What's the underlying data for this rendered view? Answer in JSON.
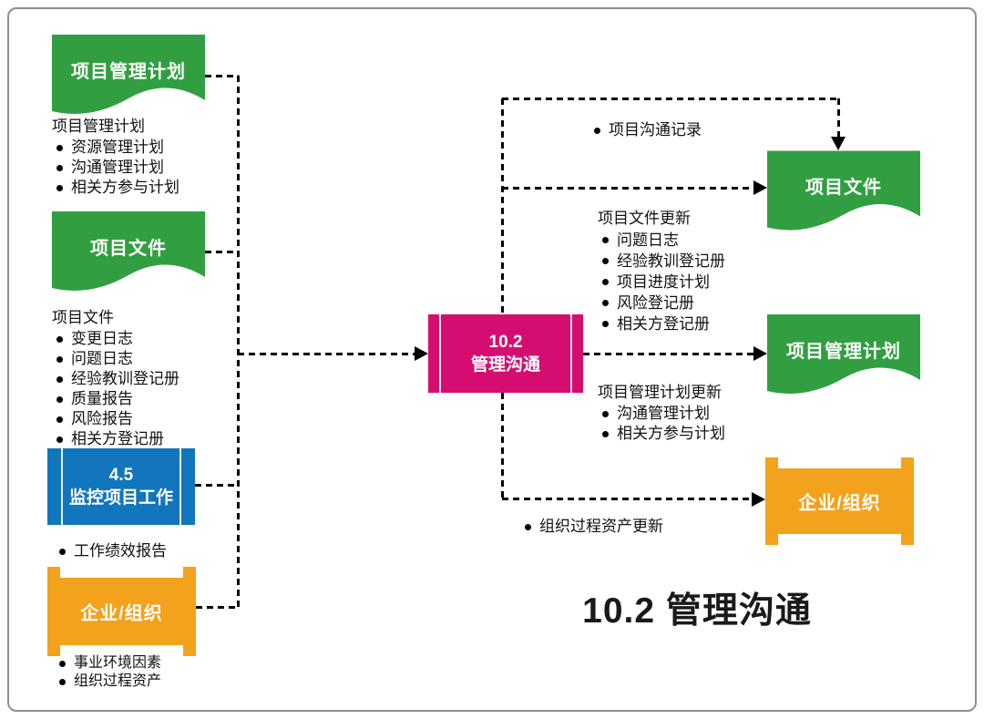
{
  "title": "10.2 管理沟通",
  "colors": {
    "green": "#319F41",
    "pink": "#D60D70",
    "blue": "#1176BC",
    "orange": "#F2A21C",
    "line": "#000000"
  },
  "process": {
    "code": "10.2",
    "name": "管理沟通"
  },
  "inputs": {
    "pmp": {
      "flag_label": "项目管理计划",
      "list_title": "项目管理计划",
      "items": [
        "资源管理计划",
        "沟通管理计划",
        "相关方参与计划"
      ]
    },
    "docs": {
      "flag_label": "项目文件",
      "list_title": "项目文件",
      "items": [
        "变更日志",
        "问题日志",
        "经验教训登记册",
        "质量报告",
        "风险报告",
        "相关方登记册"
      ]
    },
    "monitor": {
      "code": "4.5",
      "name": "监控项目工作",
      "items": [
        "工作绩效报告"
      ]
    },
    "org": {
      "flag_label": "企业/组织",
      "items": [
        "事业环境因素",
        "组织过程资产"
      ]
    }
  },
  "outputs": {
    "comm_record": "项目沟通记录",
    "docs": {
      "flag_label": "项目文件",
      "update_title": "项目文件更新",
      "items": [
        "问题日志",
        "经验教训登记册",
        "项目进度计划",
        "风险登记册",
        "相关方登记册"
      ]
    },
    "pmp": {
      "flag_label": "项目管理计划",
      "update_title": "项目管理计划更新",
      "items": [
        "沟通管理计划",
        "相关方参与计划"
      ]
    },
    "org": {
      "flag_label": "企业/组织",
      "opa_update": "组织过程资产更新"
    }
  }
}
